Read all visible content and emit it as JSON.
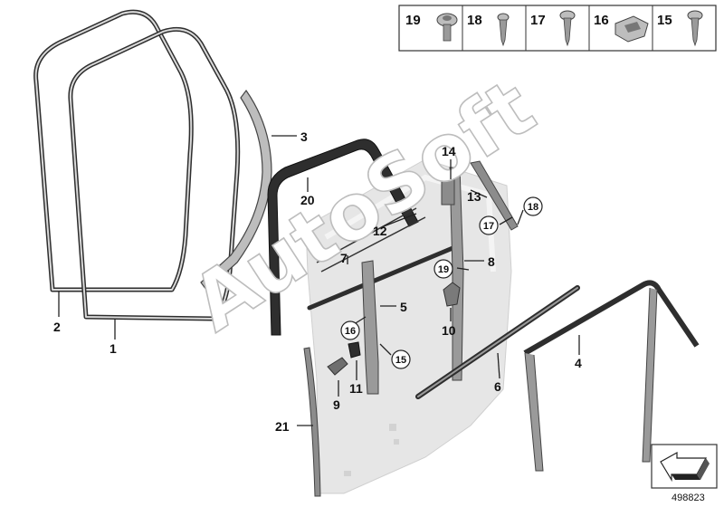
{
  "legend": {
    "items": [
      {
        "number": "19",
        "icon": "round-head-screw-icon"
      },
      {
        "number": "18",
        "icon": "self-tapping-screw-icon"
      },
      {
        "number": "17",
        "icon": "washer-head-screw-icon"
      },
      {
        "number": "16",
        "icon": "clip-nut-icon"
      },
      {
        "number": "15",
        "icon": "countersunk-screw-icon"
      }
    ]
  },
  "callouts": {
    "c1": "1",
    "c2": "2",
    "c3": "3",
    "c4": "4",
    "c5": "5",
    "c6": "6",
    "c7": "7",
    "c8": "8",
    "c9": "9",
    "c10": "10",
    "c11": "11",
    "c12": "12",
    "c13": "13",
    "c14": "14",
    "c20": "20",
    "c21": "21"
  },
  "circled": {
    "c15": "15",
    "c16": "16",
    "c17": "17",
    "c18": "18",
    "c19": "19"
  },
  "watermark": "AutoSoft",
  "reference_number": "498823",
  "colors": {
    "seal_dark": "#2e2e2e",
    "door_panel": "#e6e6e6",
    "part_gray": "#8c8c8c",
    "legend_border": "#333333"
  }
}
